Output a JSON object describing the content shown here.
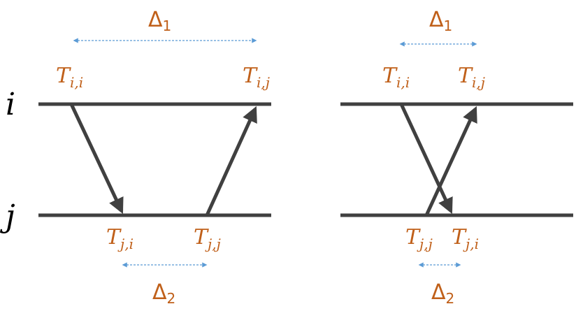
{
  "colors": {
    "line": "#404040",
    "label": "#c0601a",
    "interval": "#5b9bd5"
  },
  "process_labels": {
    "i": "i",
    "j": "j"
  },
  "left_diagram": {
    "top_delta": {
      "symbol": "Δ",
      "sub": "1"
    },
    "bottom_delta": {
      "symbol": "Δ",
      "sub": "2"
    },
    "t_ii": {
      "T": "T",
      "sub": "i,i"
    },
    "t_ij": {
      "T": "T",
      "sub": "i,j"
    },
    "t_ji": {
      "T": "T",
      "sub": "j,i"
    },
    "t_jj": {
      "T": "T",
      "sub": "j,j"
    }
  },
  "right_diagram": {
    "top_delta": {
      "symbol": "Δ",
      "sub": "1"
    },
    "bottom_delta": {
      "symbol": "Δ",
      "sub": "2"
    },
    "t_ii": {
      "T": "T",
      "sub": "i,i"
    },
    "t_ij": {
      "T": "T",
      "sub": "i,j"
    },
    "t_jj": {
      "T": "T",
      "sub": "j,j"
    },
    "t_ji": {
      "T": "T",
      "sub": "j,i"
    }
  }
}
